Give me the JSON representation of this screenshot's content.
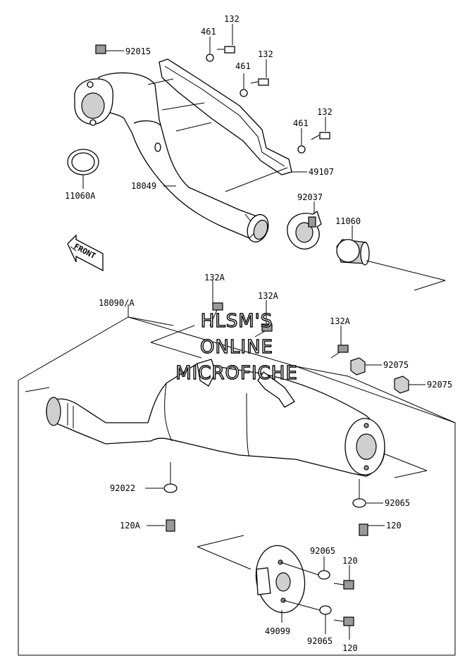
{
  "diagram": {
    "labels": {
      "l92015": "92015",
      "l461a": "461",
      "l132a": "132",
      "l132b": "132",
      "l461b": "461",
      "l132c": "132",
      "l461c": "461",
      "l49107": "49107",
      "l11060A": "11060A",
      "l18049": "18049",
      "l92037": "92037",
      "l11060": "11060",
      "lfront": "FRONT",
      "l132A1": "132A",
      "l132A2": "132A",
      "l132A3": "132A",
      "l18090A": "18090/A",
      "l92075a": "92075",
      "l92075b": "92075",
      "l92022": "92022",
      "l92065a": "92065",
      "l120A": "120A",
      "l120a": "120",
      "l92065b": "92065",
      "l120b": "120",
      "l49099": "49099",
      "l92065c": "92065",
      "l120c": "120"
    },
    "watermark": {
      "line1": "HLSM'S",
      "line2": "ONLINE",
      "line3": "MICROFICHE"
    }
  }
}
